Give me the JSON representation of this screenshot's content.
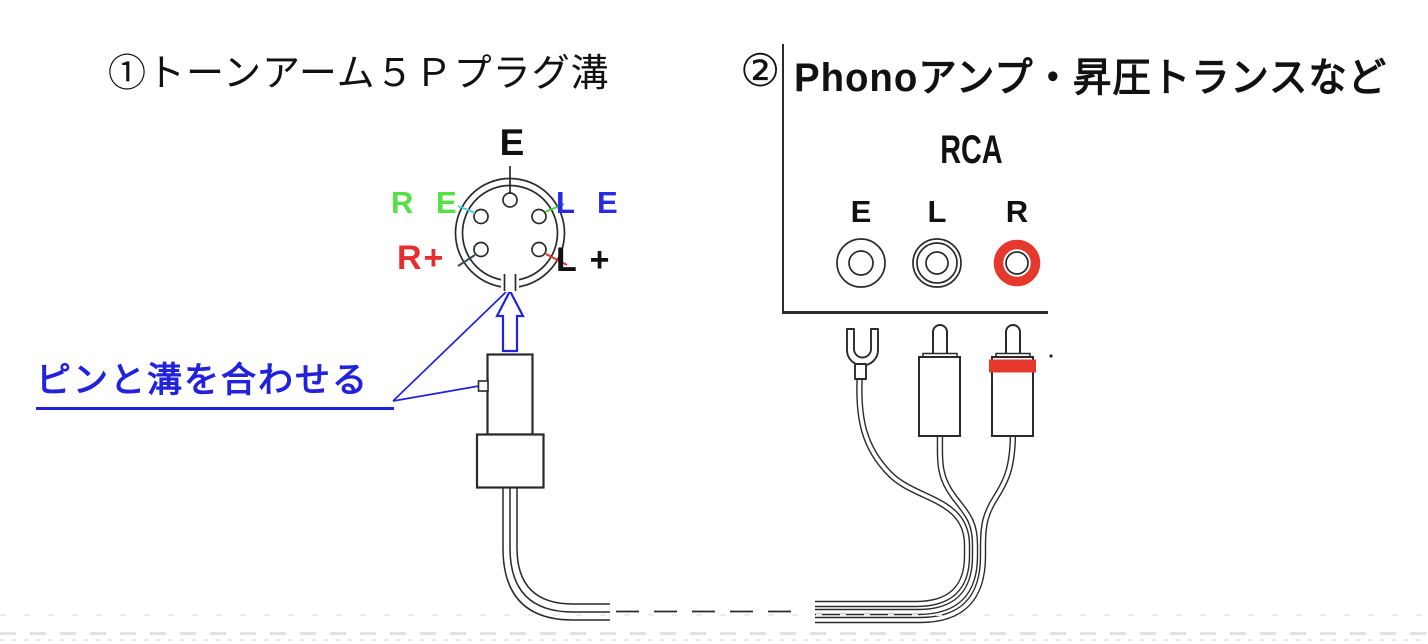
{
  "tonearm_section": {
    "title": "①トーンアーム５Ｐプラグ溝",
    "note_label": "ピンと溝を合わせる",
    "pin_labels": {
      "earth": "E",
      "right_earth": "R E",
      "left_earth": "L E",
      "right_plus": "R+",
      "left_plus": "L +"
    },
    "pin_label_colors": {
      "earth": "#111111",
      "right_earth": "#55e044",
      "left_earth": "#2a2ae0",
      "right_plus": "#e62e2e",
      "left_plus": "#111111"
    }
  },
  "phono_section": {
    "badge": "②",
    "title": "Phonoアンプ・昇圧トランスなど",
    "connector_type_label": "RCA",
    "jack_labels": [
      "E",
      "L",
      "R"
    ],
    "jack_ring_colors": [
      "#2a2a2a",
      "#2a2a2a",
      "#e6392e"
    ]
  },
  "diagram_colors": {
    "annotation_blue": "#2222dd",
    "leader_cyan": "#44ccdd",
    "leader_green": "#44cc44",
    "leader_dark": "#2f4f4f",
    "leader_red": "#e62e2e",
    "rca_red_band": "#e6392e",
    "line_art": "#2a2a2a"
  }
}
